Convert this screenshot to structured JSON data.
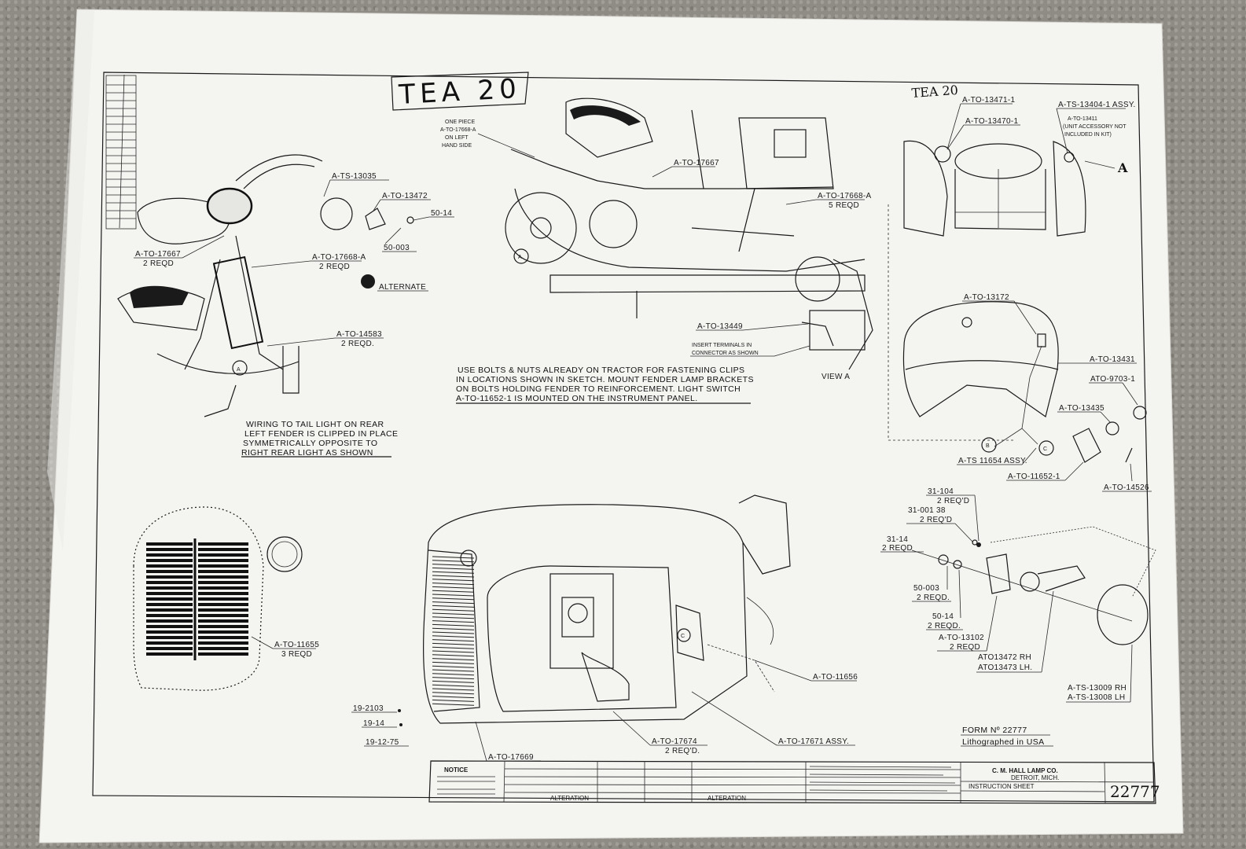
{
  "sheet": {
    "title_handwritten": "TEA 20",
    "title_handwritten_small": "TEA 20",
    "form_number": "FORM Nº 22777",
    "lithographed": "Lithographed in USA",
    "company": "C. M. HALL LAMP CO.",
    "company_city": "DETROIT, MICH.",
    "sheet_type": "INSTRUCTION SHEET",
    "drawing_number": "22777",
    "notice_heading": "NOTICE",
    "alteration_col": "ALTERATION"
  },
  "notes": {
    "main": [
      "USE BOLTS & NUTS ALREADY ON TRACTOR FOR FASTENING CLIPS",
      "IN LOCATIONS SHOWN IN SKETCH. MOUNT FENDER LAMP BRACKETS",
      "ON BOLTS HOLDING FENDER TO REINFORCEMENT. LIGHT SWITCH",
      "A-TO-11652-1 IS MOUNTED ON THE INSTRUMENT PANEL."
    ],
    "wiring": [
      "WIRING TO TAIL LIGHT ON REAR",
      "LEFT FENDER IS CLIPPED IN PLACE",
      "SYMMETRICALLY OPPOSITE TO",
      "RIGHT REAR LIGHT AS SHOWN"
    ],
    "one_piece": [
      "ONE PIECE",
      "A-TO-17668-A",
      "ON LEFT",
      "HAND SIDE"
    ],
    "insert_terminals": [
      "INSERT TERMINALS IN",
      "CONNECTOR AS SHOWN"
    ],
    "view_a": "VIEW A",
    "alternate": "ALTERNATE",
    "unit_accessory": [
      "A-TO-13411",
      "(UNIT ACCESSORY NOT",
      "INCLUDED IN KIT)"
    ]
  },
  "callouts": {
    "ts13035": "A-TS-13035",
    "to13472": "A-TO-13472",
    "n5014a": "50-14",
    "n50003a": "50-003",
    "to17667a": "A-TO-17667",
    "reqd2a": "2 REQD",
    "to17668a": "A-TO-17668-A",
    "reqd2b": "2 REQD",
    "to14583": "A-TO-14583",
    "reqd2c": "2 REQD.",
    "to17667b": "A-TO-17667",
    "to17668b": "A-TO-17668-A",
    "reqd5": "5 REQD",
    "to13449": "A-TO-13449",
    "to13471": "A-TO-13471-1",
    "to13470": "A-TO-13470-1",
    "ts13404": "A-TS-13404-1 ASSY.",
    "to13172": "A-TO-13172",
    "to13431": "A-TO-13431",
    "ato9703": "ATO-9703-1",
    "to13435": "A-TO-13435",
    "ts11654": "A-TS 11654 ASSY.",
    "to11652": "A-TO-11652-1",
    "to14526": "A-TO-14526",
    "to11655": "A-TO-11655",
    "reqd3": "3 REQD",
    "n31104": "31-104",
    "reqd2d": "2 REQ'D",
    "n3100138": "31-001 38",
    "reqd2e": "2 REQ'D",
    "n3114": "31-14",
    "reqd2f": "2 REQD",
    "n50003b": "50-003",
    "reqd2g": "2 REQD.",
    "n5014b": "50-14",
    "reqd2h": "2 REQD.",
    "to13102": "A-TO-13102",
    "reqd2i": "2 REQD",
    "ato13472rh": "ATO13472 RH",
    "ato13473lh": "ATO13473 LH.",
    "ts13009rh": "A-TS-13009 RH",
    "ts13008lh": "A-TS-13008 LH",
    "to11656": "A-TO-11656",
    "n192103": "19-2103",
    "n1914": "19-14",
    "n191275": "19-12-75",
    "to17674": "A-TO-17674",
    "reqd2j": "2 REQ'D.",
    "to17671": "A-TO-17671 ASSY.",
    "to17669": "A-TO-17669"
  },
  "view_markers": {
    "a": "A",
    "b": "B",
    "c": "C"
  },
  "colors": {
    "paper": "#f4f4f1",
    "ink": "#1a1a1a",
    "carpet": "#8f8c86"
  }
}
